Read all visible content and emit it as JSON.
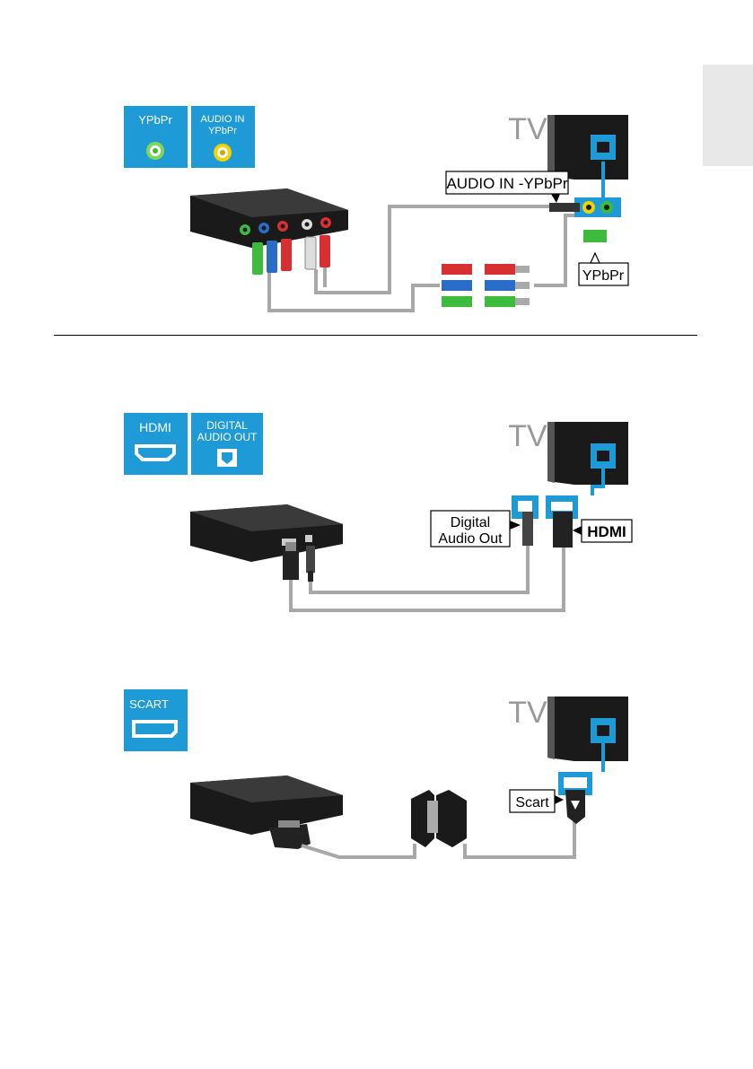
{
  "colors": {
    "port_blue": "#1e9ad6",
    "rca_green": "#3dbb3d",
    "rca_blue": "#2b6cc8",
    "rca_red": "#d83030",
    "rca_yellow": "#f0d400",
    "cable_gray": "#a8a8a8",
    "device_black": "#1a1a1a",
    "tv_gray": "#9a9a9a",
    "side_tab": "#e8e8e8"
  },
  "section1": {
    "port_tiles": [
      {
        "label": "YPbPr",
        "icon": "green-rca-jack-icon"
      },
      {
        "label": "AUDIO IN",
        "sublabel": "YPbPr",
        "icon": "yellow-rca-jack-icon"
      }
    ],
    "tv_label": "TV",
    "callouts": {
      "audio": "AUDIO IN -YPbPr",
      "video": "YPbPr"
    }
  },
  "section2": {
    "port_tiles": [
      {
        "label": "HDMI",
        "icon": "hdmi-port-icon"
      },
      {
        "label": "DIGITAL",
        "sublabel": "AUDIO OUT",
        "icon": "optical-port-icon"
      }
    ],
    "tv_label": "TV",
    "callouts": {
      "digital_line1": "Digital",
      "digital_line2": "Audio Out",
      "hdmi": "HDMI"
    }
  },
  "section3": {
    "port_tiles": [
      {
        "label": "SCART",
        "icon": "scart-port-icon"
      }
    ],
    "tv_label": "TV",
    "callouts": {
      "scart": "Scart"
    }
  }
}
